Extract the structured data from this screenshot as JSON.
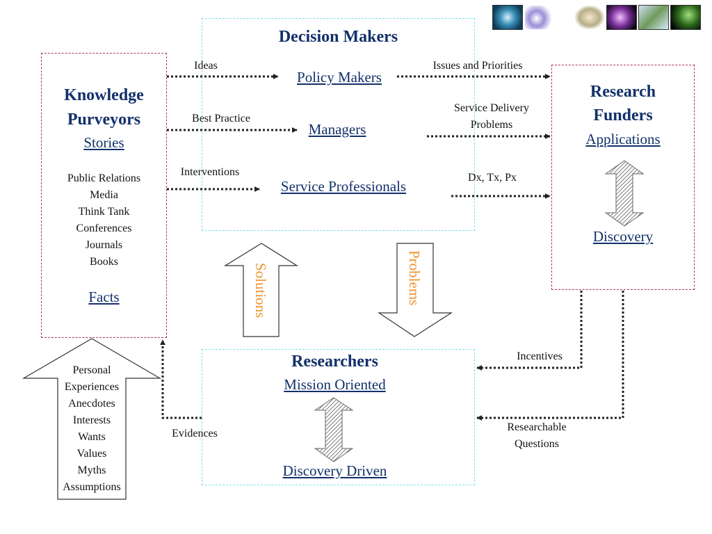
{
  "decision_makers": {
    "title": "Decision Makers",
    "policy_makers": "Policy Makers",
    "managers": "Managers",
    "service_professionals": "Service Professionals"
  },
  "knowledge_purveyors": {
    "title_line1": "Knowledge",
    "title_line2": "Purveyors",
    "stories": "Stories",
    "items": [
      "Public Relations",
      "Media",
      "Think Tank",
      "Conferences",
      "Journals",
      "Books"
    ],
    "facts": "Facts"
  },
  "research_funders": {
    "title_line1": "Research",
    "title_line2": "Funders",
    "applications": "Applications",
    "discovery": "Discovery"
  },
  "researchers": {
    "title": "Researchers",
    "mission_oriented": "Mission Oriented",
    "discovery_driven": "Discovery Driven"
  },
  "arrow_labels": {
    "ideas": "Ideas",
    "best_practice": "Best Practice",
    "interventions": "Interventions",
    "issues_priorities": "Issues and Priorities",
    "service_delivery_line1": "Service Delivery",
    "service_delivery_line2": "Problems",
    "dx_tx_px": "Dx, Tx, Px",
    "incentives": "Incentives",
    "researchable_line1": "Researchable",
    "researchable_line2": "Questions",
    "evidences": "Evidences",
    "solutions": "Solutions",
    "problems": "Problems"
  },
  "personal_arrow_items": [
    "Personal",
    "Experiences",
    "Anecdotes",
    "Interests",
    "Wants",
    "Values",
    "Myths",
    "Assumptions"
  ],
  "colors": {
    "title": "#12306a",
    "accent_orange": "#f0922a",
    "pink_border": "#b0306a",
    "cyan_border": "#7ee0ea"
  }
}
